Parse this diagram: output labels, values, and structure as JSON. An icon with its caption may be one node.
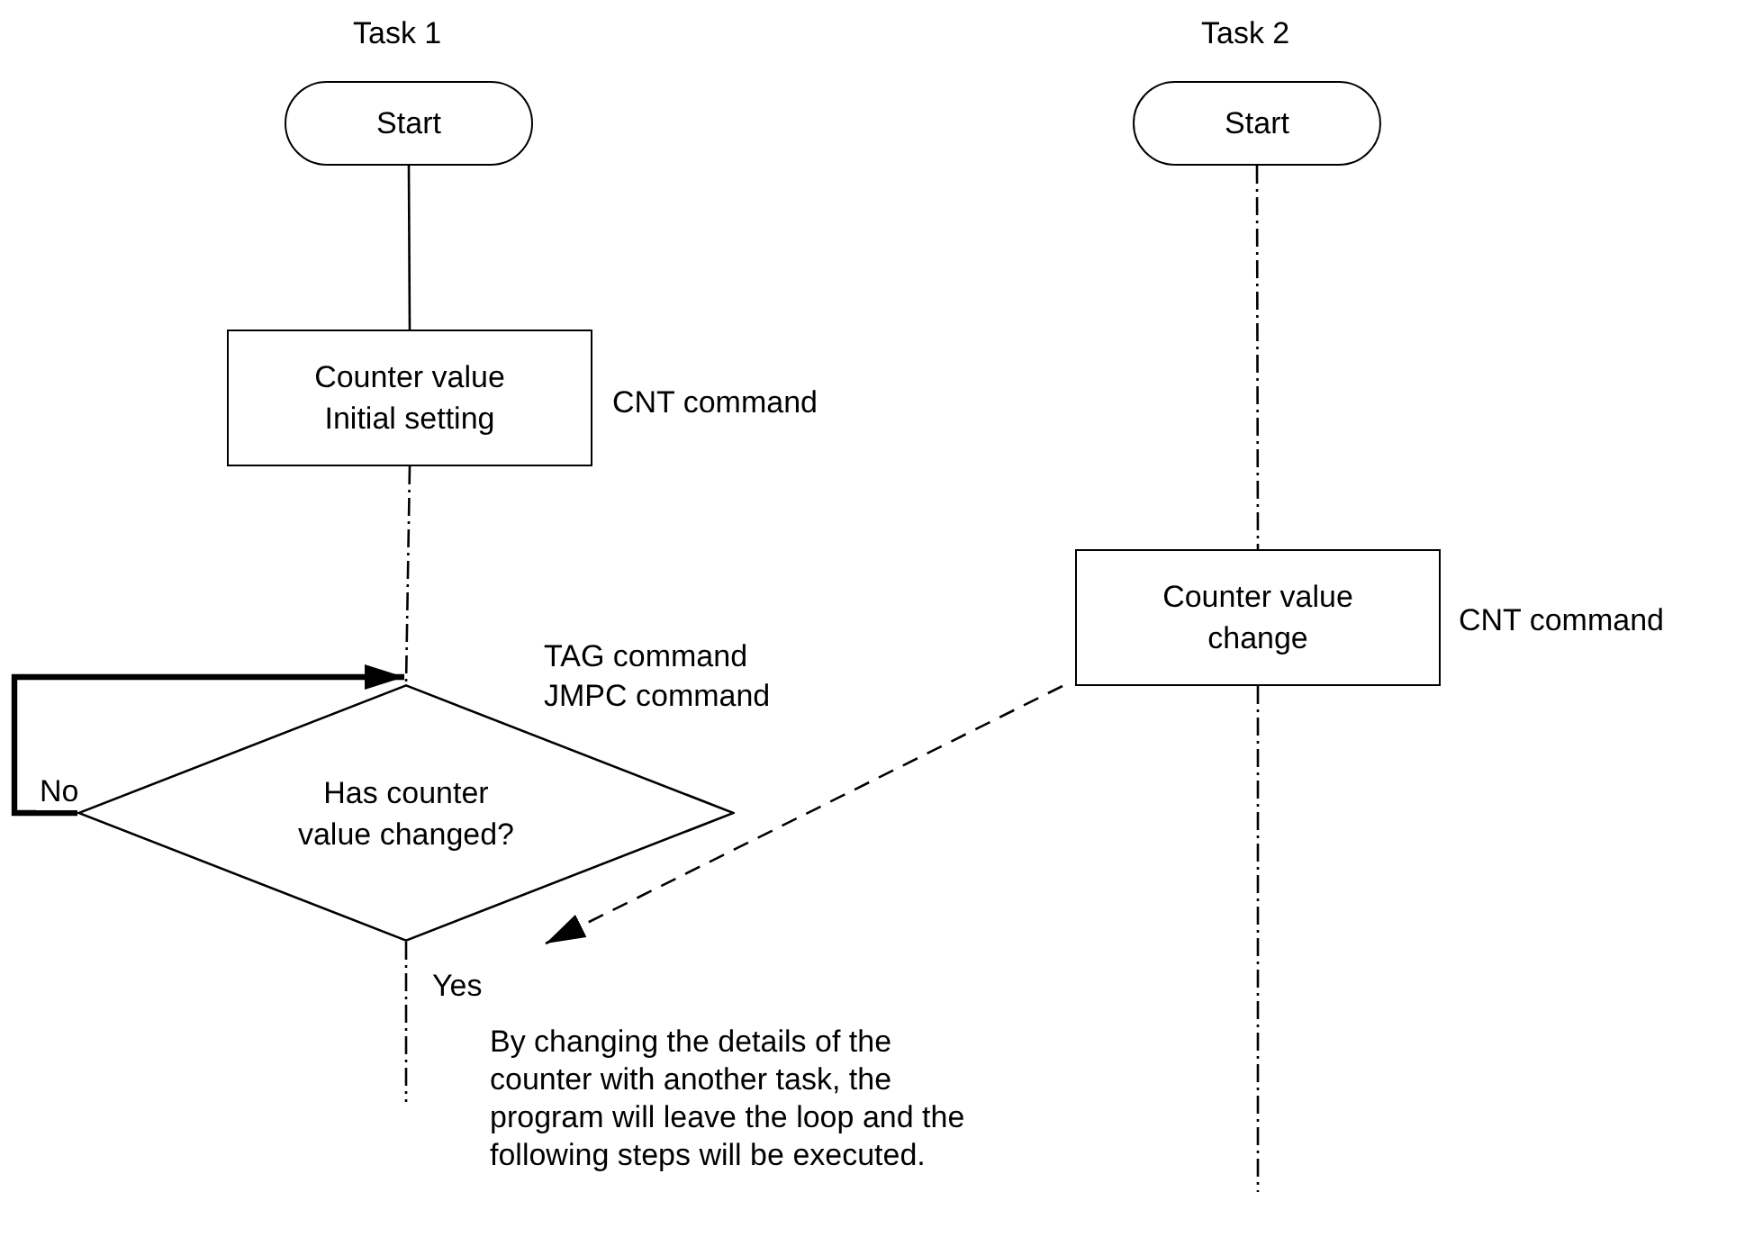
{
  "diagram": {
    "nodes": [
      {
        "text": [
          "Start"
        ],
        "beside": [
          "Task 1"
        ]
      },
      {
        "text": [
          "Counter value Initial setting"
        ],
        "beside": [
          "CNT command"
        ]
      },
      {
        "text": [
          "Has counter value changed?"
        ],
        "beside": [
          "TAG command",
          "JMPC command"
        ]
      },
      {
        "text": [
          "Start"
        ],
        "beside": [
          "Task 2"
        ]
      },
      {
        "text": [
          "Counter value change"
        ],
        "beside": [
          "CNT command"
        ]
      }
    ],
    "edges": [
      {
        "from": 0,
        "to": 1,
        "arrow": "none"
      },
      {
        "from": 1,
        "to": 2,
        "arrow": "none",
        "style": "dashed"
      },
      {
        "from": 2,
        "to": 2,
        "arrow": "to",
        "style": "thick",
        "label": "No"
      },
      {
        "from": 2,
        "to": null,
        "arrow": "none",
        "style": "dashed",
        "label": "Yes"
      },
      {
        "from": 3,
        "to": 4,
        "arrow": "none",
        "style": "dashed"
      },
      {
        "from": 4,
        "to": null,
        "arrow": "none",
        "style": "dashed"
      },
      {
        "from": 4,
        "to": null,
        "arrow": "to",
        "style": "dashed"
      }
    ],
    "labels": [
      "By changing the details of the counter with another task, the program will leave the loop and the following steps will be executed."
    ]
  }
}
